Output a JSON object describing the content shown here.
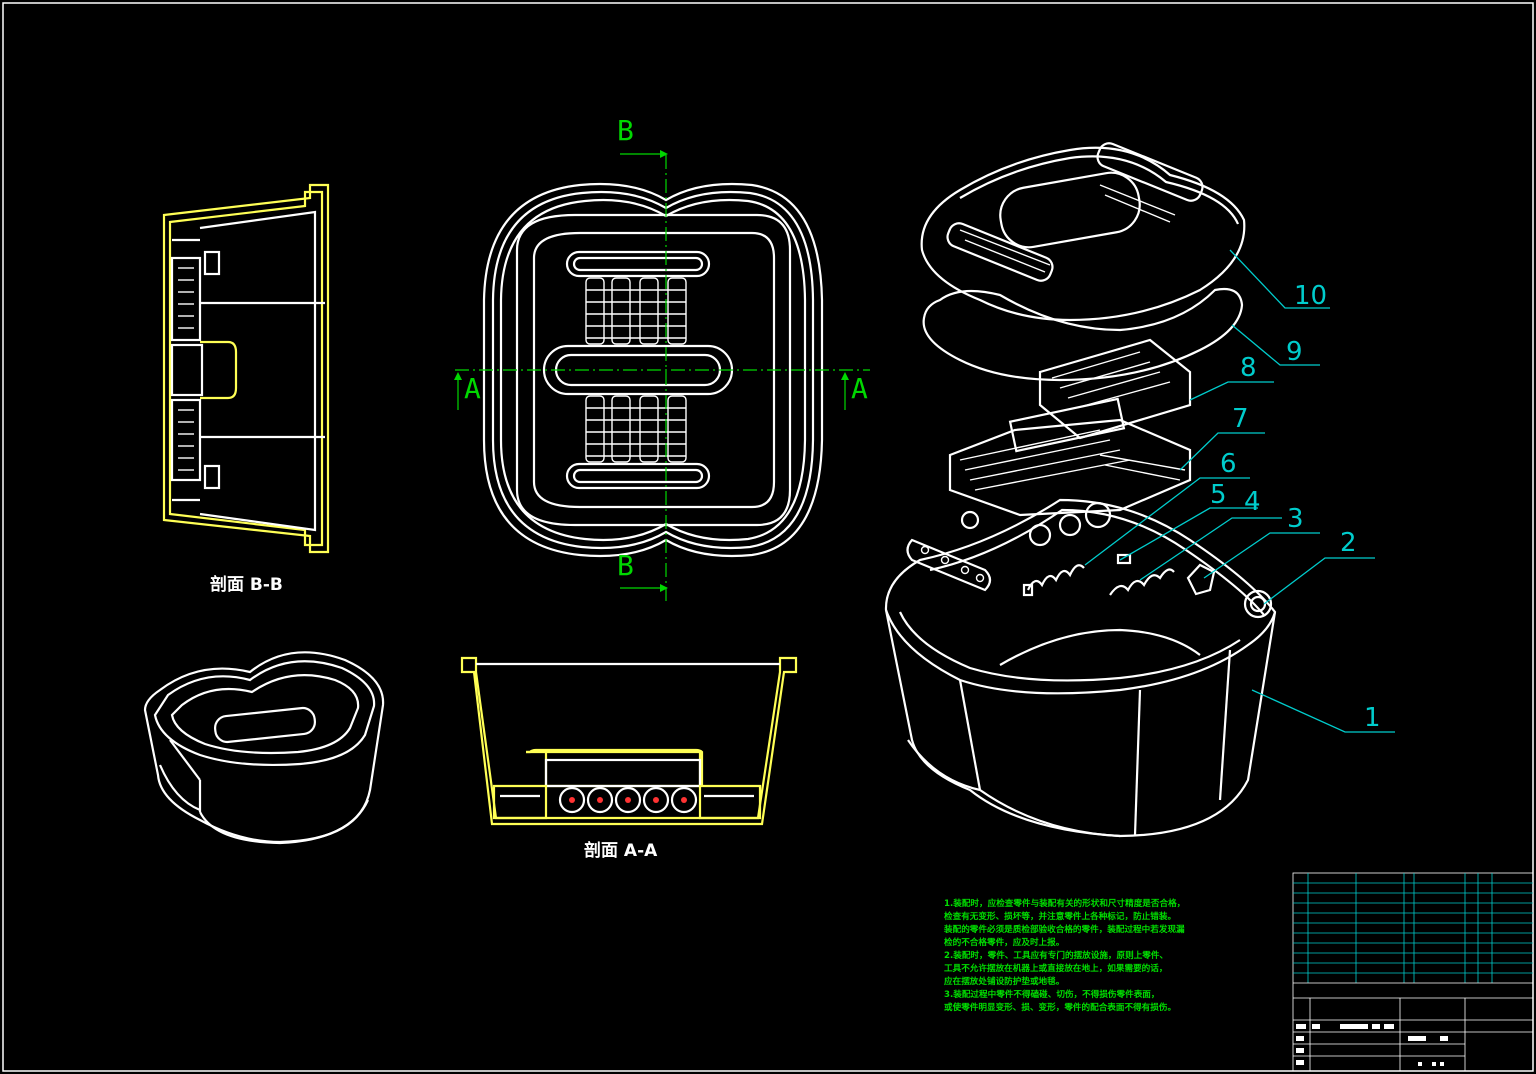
{
  "sections": {
    "bb_label": "剖面 B-B",
    "aa_label": "剖面 A-A"
  },
  "cut_marks": {
    "b_top": "B",
    "b_bottom": "B",
    "a_left": "A",
    "a_right": "A"
  },
  "part_numbers": [
    "10",
    "9",
    "8",
    "7",
    "6",
    "5",
    "4",
    "3",
    "2",
    "1"
  ],
  "notes": [
    "1.装配时，应检查零件与装配有关的形状和尺寸精度是否合格，",
    "检查有无变形、损坏等，并注意零件上各种标记，防止错装。",
    "装配的零件必须是质检部验收合格的零件，装配过程中若发现漏",
    "检的不合格零件，应及时上报。",
    "2.装配时，零件、工具应有专门的摆放设施，原则上零件、",
    "工具不允许摆放在机器上或直接放在地上，如果需要的话，",
    "应在摆放处铺设防护垫或地毯。",
    "3.装配过程中零件不得磕碰、切伤，不得损伤零件表面，",
    "或使零件明显变形、损、变形，零件的配合表面不得有损伤。"
  ],
  "colors": {
    "background": "#000000",
    "line": "#ffffff",
    "section_highlight": "#ffff55",
    "centerline": "#00d800",
    "leader": "#00cccc"
  }
}
